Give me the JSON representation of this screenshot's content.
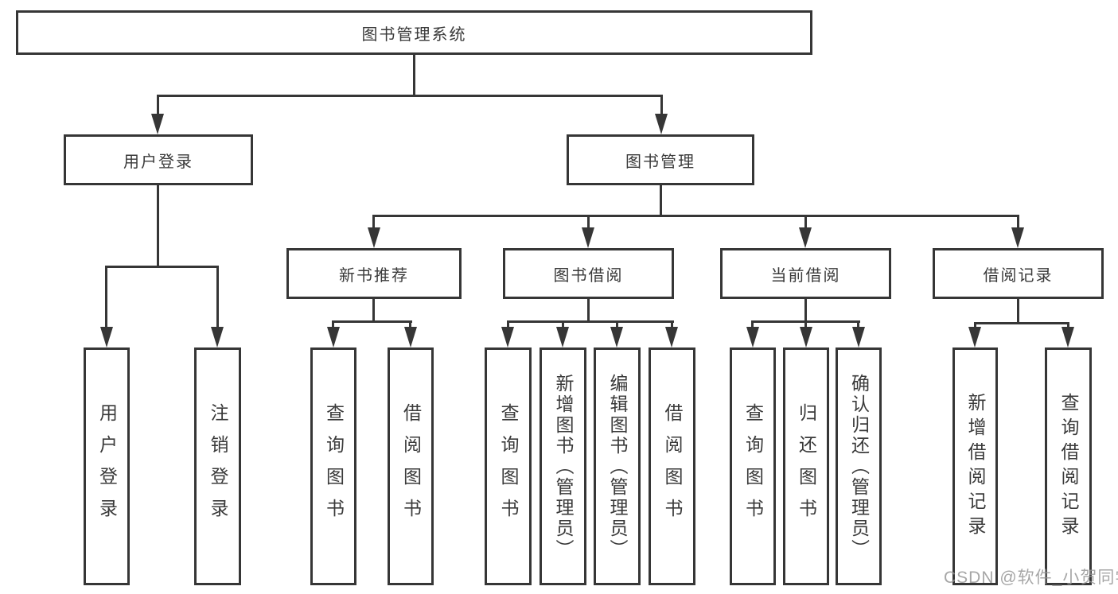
{
  "diagram": {
    "root": {
      "label": "图书管理系统"
    },
    "branches": [
      {
        "label": "用户登录",
        "children": [
          {
            "label": "用户登录"
          },
          {
            "label": "注销登录"
          }
        ]
      },
      {
        "label": "图书管理",
        "children": [
          {
            "label": "新书推荐",
            "children": [
              {
                "label": "查询图书"
              },
              {
                "label": "借阅图书"
              }
            ]
          },
          {
            "label": "图书借阅",
            "children": [
              {
                "label": "查询图书"
              },
              {
                "label": "新增图书（管理员）"
              },
              {
                "label": "编辑图书（管理员）"
              },
              {
                "label": "借阅图书"
              }
            ]
          },
          {
            "label": "当前借阅",
            "children": [
              {
                "label": "查询图书"
              },
              {
                "label": "归还图书"
              },
              {
                "label": "确认归还（管理员）"
              }
            ]
          },
          {
            "label": "借阅记录",
            "children": [
              {
                "label": "新增借阅记录"
              },
              {
                "label": "查询借阅记录"
              }
            ]
          }
        ]
      }
    ]
  },
  "watermark": {
    "text": "CSDN @软件_小贺同学"
  },
  "colors": {
    "line": "#363636",
    "text": "#3a3a3a",
    "background": "#ffffff",
    "watermark": "#969696"
  }
}
